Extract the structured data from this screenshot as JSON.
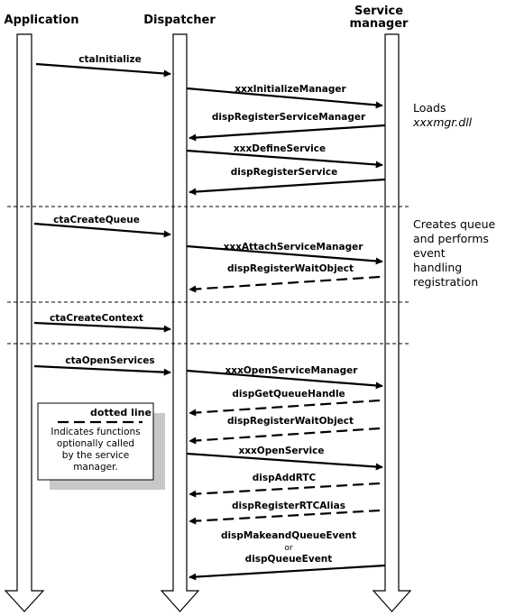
{
  "columns": {
    "application": "Application",
    "dispatcher": "Dispatcher",
    "service_manager_line1": "Service",
    "service_manager_line2": "manager"
  },
  "messages": [
    {
      "id": "m1",
      "label": "ctaInitialize",
      "from": "application",
      "to": "dispatcher",
      "style": "solid"
    },
    {
      "id": "m2",
      "label": "xxxInitializeManager",
      "from": "dispatcher",
      "to": "service",
      "style": "solid"
    },
    {
      "id": "m3",
      "label": "dispRegisterServiceManager",
      "from": "service",
      "to": "dispatcher",
      "style": "solid"
    },
    {
      "id": "m4",
      "label": "xxxDefineService",
      "from": "dispatcher",
      "to": "service",
      "style": "solid"
    },
    {
      "id": "m5",
      "label": "dispRegisterService",
      "from": "service",
      "to": "dispatcher",
      "style": "solid"
    },
    {
      "id": "m6",
      "label": "ctaCreateQueue",
      "from": "application",
      "to": "dispatcher",
      "style": "solid"
    },
    {
      "id": "m7",
      "label": "xxxAttachServiceManager",
      "from": "dispatcher",
      "to": "service",
      "style": "solid"
    },
    {
      "id": "m8",
      "label": "dispRegisterWaitObject",
      "from": "service",
      "to": "dispatcher",
      "style": "dashed"
    },
    {
      "id": "m9",
      "label": "ctaCreateContext",
      "from": "application",
      "to": "dispatcher",
      "style": "solid"
    },
    {
      "id": "m10",
      "label": "ctaOpenServices",
      "from": "application",
      "to": "dispatcher",
      "style": "solid"
    },
    {
      "id": "m11",
      "label": "xxxOpenServiceManager",
      "from": "dispatcher",
      "to": "service",
      "style": "solid"
    },
    {
      "id": "m12",
      "label": "dispGetQueueHandle",
      "from": "service",
      "to": "dispatcher",
      "style": "dashed"
    },
    {
      "id": "m13",
      "label": "dispRegisterWaitObject",
      "from": "service",
      "to": "dispatcher",
      "style": "dashed"
    },
    {
      "id": "m14",
      "label": "xxxOpenService",
      "from": "dispatcher",
      "to": "service",
      "style": "solid"
    },
    {
      "id": "m15",
      "label": "dispAddRTC",
      "from": "service",
      "to": "dispatcher",
      "style": "dashed"
    },
    {
      "id": "m16",
      "label": "dispRegisterRTCAlias",
      "from": "service",
      "to": "dispatcher",
      "style": "dashed"
    },
    {
      "id": "m17",
      "label": "dispMakeandQueueEvent",
      "or_text": "or",
      "label2": "dispQueueEvent",
      "from": "service",
      "to": "dispatcher",
      "style": "solid"
    }
  ],
  "notes": {
    "loads_line1": "Loads",
    "loads_line2": "xxxmgr.dll",
    "creates_lines": [
      "Creates queue",
      "and performs",
      "event",
      "handling",
      "registration"
    ]
  },
  "legend": {
    "title": "dotted line",
    "desc_lines": [
      "Indicates functions",
      "optionally called",
      "by the service",
      "manager."
    ]
  }
}
